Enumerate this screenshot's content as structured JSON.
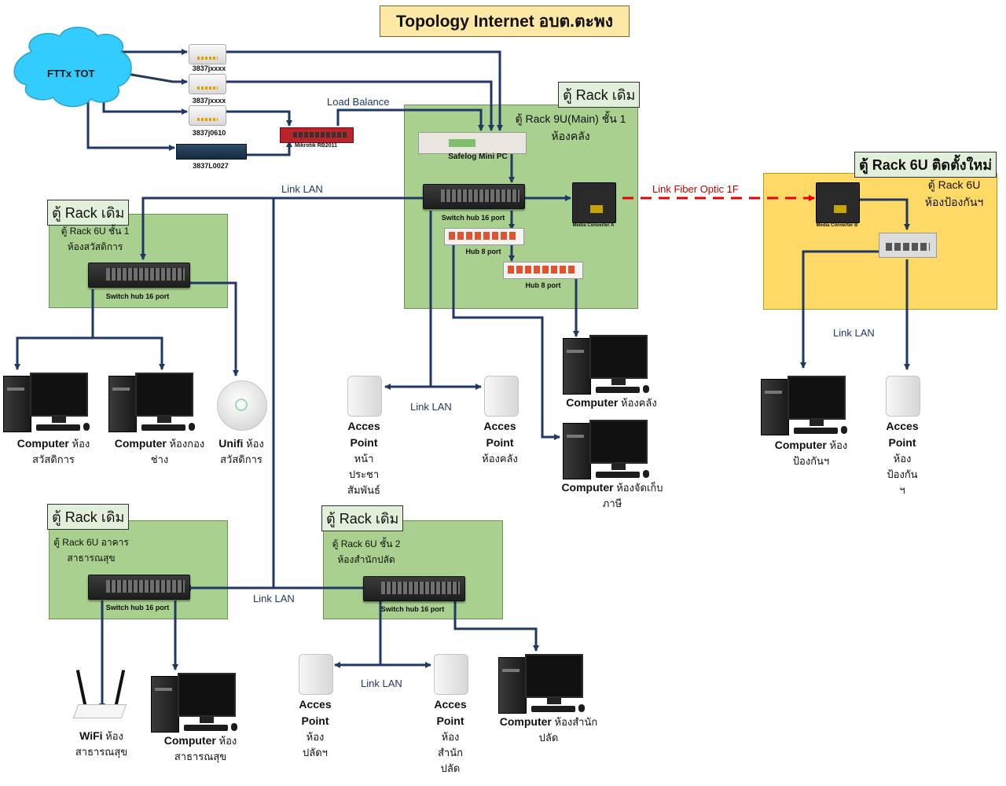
{
  "title": "Topology Internet อบต.ตะพง",
  "colors": {
    "wire": "#1f3864",
    "fiber": "#e60000",
    "green_rack": "#a9d08e",
    "yellow_rack": "#ffd966",
    "title_bg": "#fde8a6"
  },
  "cloud": {
    "label": "FTTx TOT"
  },
  "wan": {
    "modem1": "3837jxxxx",
    "modem2": "3837jxxxx",
    "modem3": "3837j0610",
    "router": "3837L0027",
    "mikrotik": "Mikrotik RB2011",
    "load_balance": "Load Balance"
  },
  "rack_main": {
    "tag": "ตู้ Rack เดิม",
    "label_line1": "ตู้ Rack 9U(Main) ชั้น 1",
    "label_line2": "ห้องคลัง",
    "safelog": "Safelog Mini PC",
    "switch": "Switch hub 16 port",
    "hub_a": "Hub 8 port",
    "hub_b": "Hub 8 port",
    "media_converter": "Media Converter A"
  },
  "rack_new": {
    "tag": "ตู้ Rack 6U ติดตั้งใหม่",
    "label_line1": "ตู้ Rack 6U",
    "label_line2": "ห้องป้องกันฯ",
    "media_converter": "Media Converter B"
  },
  "rack_welfare": {
    "tag": "ตู้ Rack เดิม",
    "label_line1": "ตู้ Rack 6U ชั้น 1",
    "label_line2": "ห้องสวัสดิการ",
    "switch": "Switch hub 16 port"
  },
  "rack_health": {
    "tag": "ตู้ Rack เดิม",
    "label_line1": "ตู้ Rack 6U อาคาร",
    "label_line2": "สาธารณสุข",
    "switch": "Switch hub 16 port"
  },
  "rack_office": {
    "tag": "ตู้ Rack เดิม",
    "label_line1": "ตู้ Rack 6U ชั้น 2",
    "label_line2": "ห้องสำนักปลัด",
    "switch": "Switch hub 16 port"
  },
  "links": {
    "lan_top": "Link LAN",
    "fiber": "Link Fiber Optic 1F",
    "lan_ap_main": "Link LAN",
    "lan_new": "Link LAN",
    "lan_bottom": "Link LAN",
    "lan_ap_office": "Link LAN"
  },
  "endpoints": {
    "pc_welfare": {
      "bold": "Computer",
      "line1": "ห้อง",
      "line2": "สวัสดิการ"
    },
    "pc_engineer": {
      "bold": "Computer",
      "line1": "ห้องกอง",
      "line2": "ช่าง"
    },
    "unifi_welfare": {
      "bold": "Unifi",
      "line1": "ห้อง",
      "line2": "สวัสดิการ"
    },
    "ap_pr": {
      "line1": "Acces",
      "line2": "Point",
      "line3": "หน้า",
      "line4": "ประชา",
      "line5": "สัมพันธ์"
    },
    "ap_finance": {
      "line1": "Acces",
      "line2": "Point",
      "line3": "ห้องคลัง"
    },
    "pc_finance": {
      "bold": "Computer",
      "line1": "ห้องคลัง"
    },
    "pc_tax": {
      "bold": "Computer",
      "line1": "ห้องจัดเก็บ",
      "line2": "ภาษี"
    },
    "pc_protect": {
      "bold": "Computer",
      "line1": "ห้อง",
      "line2": "ป้องกันฯ"
    },
    "ap_protect": {
      "line1": "Acces",
      "line2": "Point",
      "line3": "ห้อง",
      "line4": "ป้องกัน",
      "line5": "ฯ"
    },
    "wifi_health": {
      "bold": "WiFi",
      "line1": "ห้อง",
      "line2": "สาธารณสุข"
    },
    "pc_health": {
      "bold": "Computer",
      "line1": "ห้อง",
      "line2": "สาธารณสุข"
    },
    "ap_office1": {
      "line1": "Acces",
      "line2": "Point",
      "line3": "ห้อง",
      "line4": "ปลัดฯ"
    },
    "ap_office2": {
      "line1": "Acces",
      "line2": "Point",
      "line3": "ห้อง",
      "line4": "สำนัก",
      "line5": "ปลัด"
    },
    "pc_office": {
      "bold": "Computer",
      "line1": "ห้องสำนัก",
      "line2": "ปลัด"
    }
  }
}
